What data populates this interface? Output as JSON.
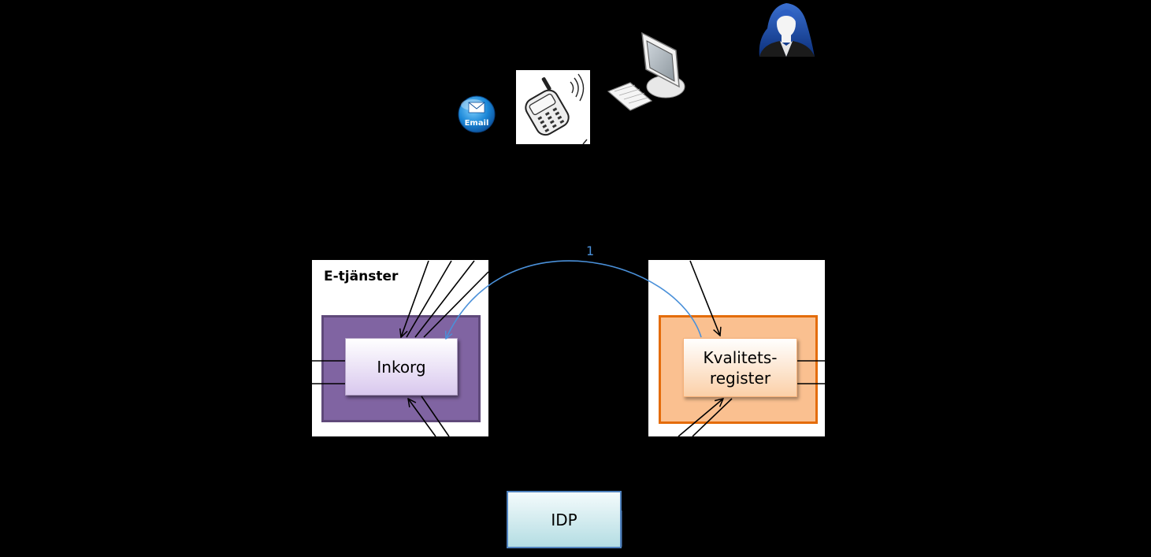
{
  "panels": {
    "etjanster": {
      "title": "E-tjänster"
    }
  },
  "nodes": {
    "inkorg": {
      "label": "Inkorg"
    },
    "kvalitetsregister": {
      "line1": "Kvalitets-",
      "line2": "register"
    },
    "idp": {
      "label": "IDP"
    }
  },
  "devices": {
    "email_badge": {
      "label": "Email"
    }
  },
  "edges": {
    "flow_1": {
      "label": "1"
    }
  },
  "colors": {
    "background": "#000000",
    "purple_fill": "#8064a2",
    "orange_fill": "#fac090",
    "orange_border": "#e46c0a",
    "arc_blue": "#4a90d9"
  },
  "icons": [
    "email-icon",
    "mobile-phone-icon",
    "desktop-computer-icon",
    "user-avatar-icon"
  ]
}
